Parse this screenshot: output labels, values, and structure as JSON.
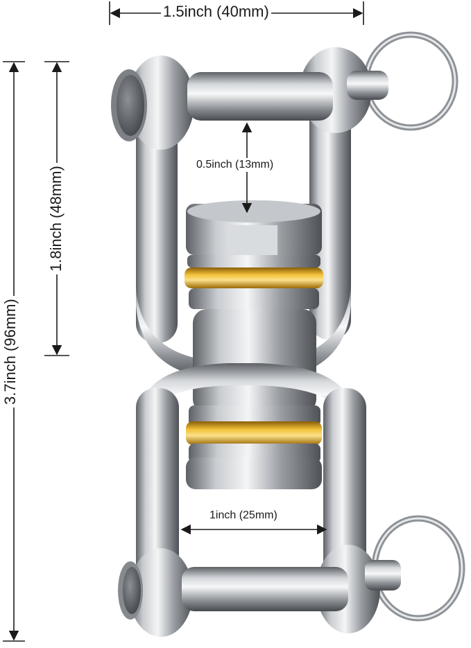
{
  "product": {
    "name": "stainless-steel-double-jaw-swivel-shackle",
    "metal_color": "#b9bdc2",
    "bearing_color": "#d9a21b"
  },
  "dimensions": {
    "width": "1.5inch (40mm)",
    "pin_gap": "0.5inch (13mm)",
    "jaw_width": "1inch (25mm)",
    "upper_height": "1.8inch (48mm)",
    "total_height": "3.7inch (96mm)"
  }
}
